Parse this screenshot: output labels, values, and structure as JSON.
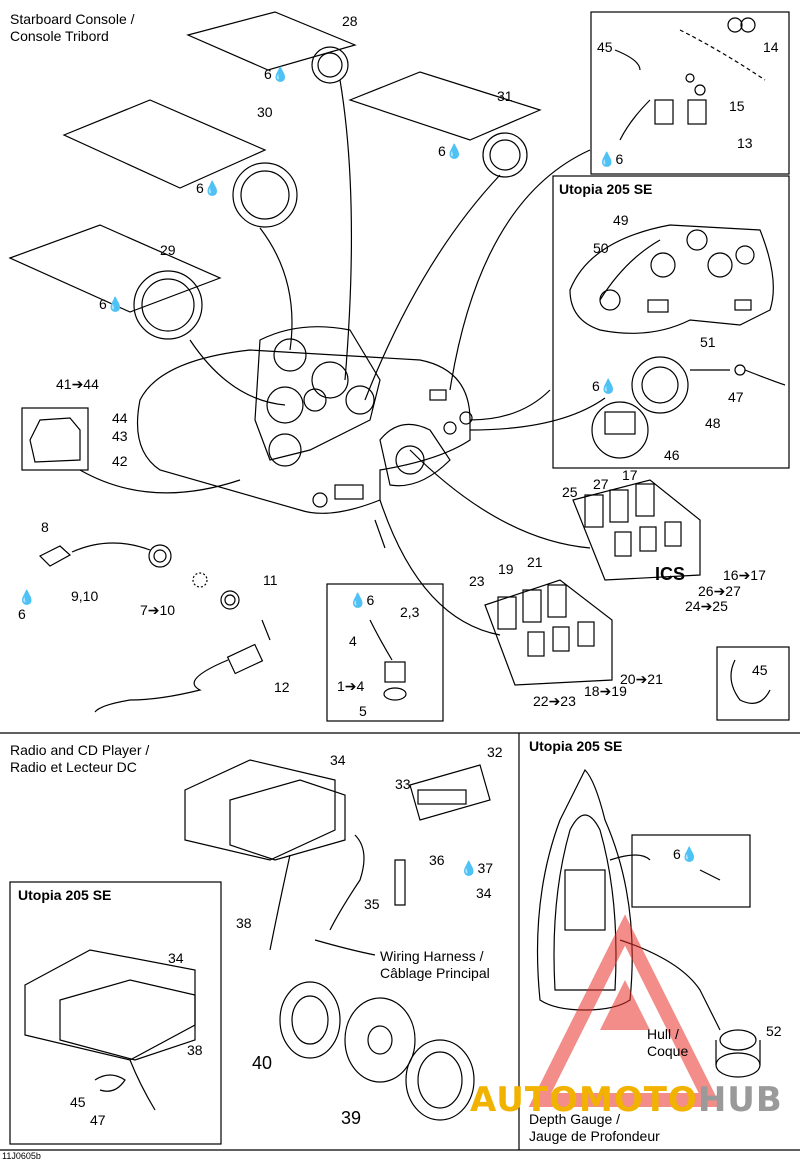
{
  "sections": {
    "starboard_console": "Starboard Console /\nConsole Tribord",
    "radio_cd": "Radio and CD Player /\nRadio et Lecteur DC",
    "utopia_top": "Utopia 205 SE",
    "utopia_bottom_left": "Utopia 205 SE",
    "utopia_bottom_right": "Utopia 205 SE"
  },
  "notes": {
    "wiring_harness": "Wiring Harness /\nCâblage Principal",
    "hull": "Hull /\nCoque",
    "depth_gauge": "Depth Gauge /\nJauge de Profondeur",
    "ics": "ICS",
    "figure_code": "11J0605b"
  },
  "callouts": {
    "c28": "28",
    "c6a": "6",
    "c31": "31",
    "c6b": "6",
    "c30": "30",
    "c6c": "6",
    "c29": "29",
    "c6d": "6",
    "c41_44": "41➔44",
    "c44": "44",
    "c43": "43",
    "c42": "42",
    "c8": "8",
    "c9_10": "9,10",
    "c6e": "6",
    "c7_10": "7➔10",
    "c11": "11",
    "c12": "12",
    "c6f": "6",
    "c2_3": "2,3",
    "c4": "4",
    "c1_4": "1➔4",
    "c5": "5",
    "c45a": "45",
    "c14": "14",
    "c15": "15",
    "c13": "13",
    "c6g": "6",
    "c49": "49",
    "c50": "50",
    "c51": "51",
    "c6h": "6",
    "c47a": "47",
    "c48": "48",
    "c46": "46",
    "c25": "25",
    "c27": "27",
    "c17": "17",
    "c16_17": "16➔17",
    "c26_27": "26➔27",
    "c24_25": "24➔25",
    "c19": "19",
    "c21": "21",
    "c23": "23",
    "c22_23": "22➔23",
    "c18_19": "18➔19",
    "c20_21": "20➔21",
    "c45b": "45",
    "c34a": "34",
    "c32": "32",
    "c33": "33",
    "c36": "36",
    "c37": "37",
    "c34b": "34",
    "c35": "35",
    "c38a": "38",
    "c34c": "34",
    "c38b": "38",
    "c45c": "45",
    "c47b": "47",
    "c40": "40",
    "c39": "39",
    "c6i": "6",
    "c52": "52"
  },
  "icons": {
    "drop": "oil-drop-icon",
    "arrow": "arrow-right"
  },
  "watermark": {
    "brand": "AUTOMOTOHUB",
    "part1": "AUTO",
    "part2": "MOTO",
    "part3": "HUB",
    "color1": "#f2b200",
    "color2": "#9a9a9a",
    "accent": "#e8312a"
  }
}
